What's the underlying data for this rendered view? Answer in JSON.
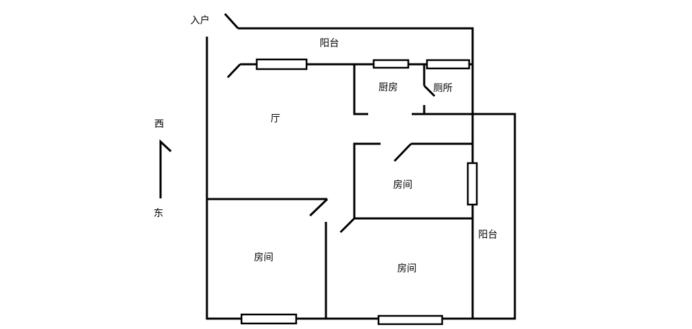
{
  "labels": {
    "entrance": "入户",
    "balcony_north": "阳台",
    "kitchen": "厨房",
    "toilet": "厕所",
    "living_room": "厅",
    "room_upper_right": "房间",
    "room_lower_left": "房间",
    "room_lower_right": "房间",
    "balcony_east": "阳台"
  },
  "compass": {
    "top": "西",
    "bottom": "东"
  },
  "colors": {
    "line": "#000000",
    "background": "#ffffff"
  }
}
